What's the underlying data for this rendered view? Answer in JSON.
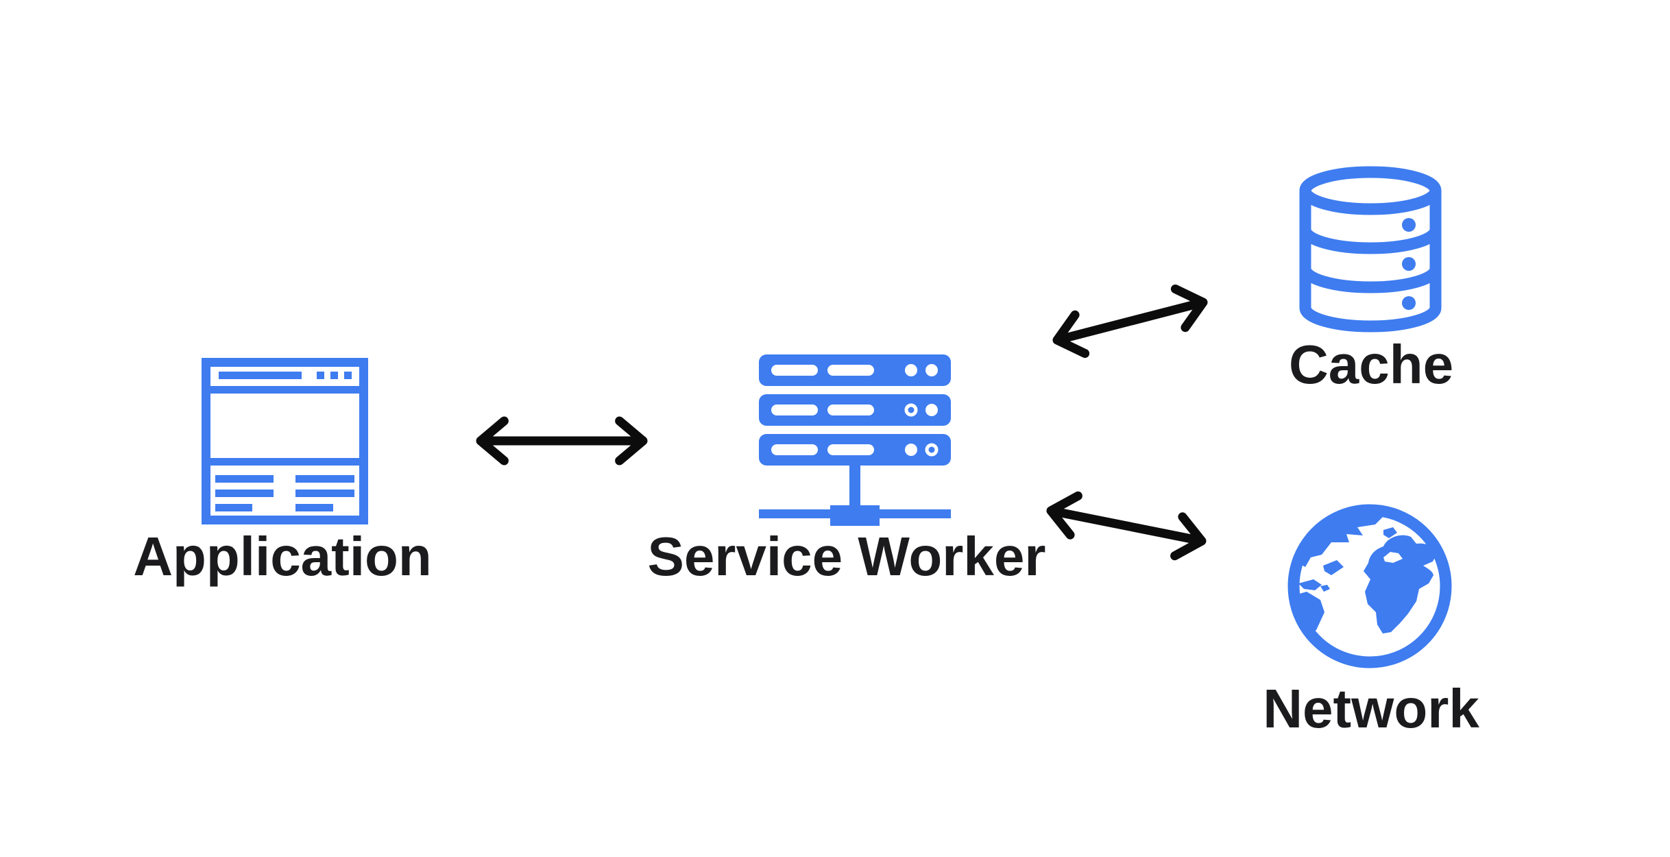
{
  "nodes": {
    "application": {
      "label": "Application",
      "icon": "browser-window-icon"
    },
    "service_worker": {
      "label": "Service Worker",
      "icon": "server-rack-icon"
    },
    "cache": {
      "label": "Cache",
      "icon": "database-cylinder-icon"
    },
    "network": {
      "label": "Network",
      "icon": "globe-icon"
    }
  },
  "edges": [
    {
      "from": "application",
      "to": "service_worker",
      "style": "double-headed-arrow"
    },
    {
      "from": "service_worker",
      "to": "cache",
      "style": "double-headed-arrow"
    },
    {
      "from": "service_worker",
      "to": "network",
      "style": "double-headed-arrow"
    }
  ],
  "colors": {
    "icon_blue": "#3E7CF0",
    "arrow_black": "#0C0C0C",
    "label_text": "#1B1B1D",
    "background": "#FFFFFF"
  }
}
